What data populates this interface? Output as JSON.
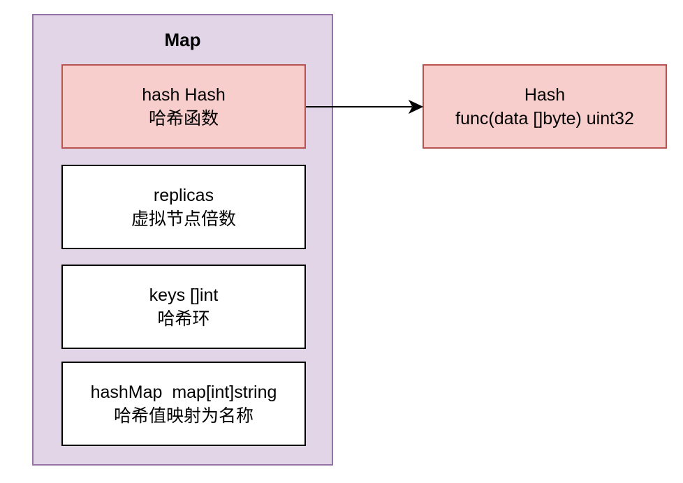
{
  "diagram": {
    "container": {
      "title": "Map",
      "fill_color": "#e1d5e7",
      "stroke_color": "#9673a6"
    },
    "fields": [
      {
        "id": "hash",
        "line1": "hash Hash",
        "line2": "哈希函数",
        "fill_color": "#f8cecc",
        "stroke_color": "#b85450"
      },
      {
        "id": "replicas",
        "line1": "replicas",
        "line2": "虚拟节点倍数",
        "fill_color": "#ffffff",
        "stroke_color": "#000000"
      },
      {
        "id": "keys",
        "line1": "keys []int",
        "line2": "哈希环",
        "fill_color": "#ffffff",
        "stroke_color": "#000000"
      },
      {
        "id": "hashmap",
        "line1": "hashMap  map[int]string",
        "line2": "哈希值映射为名称",
        "fill_color": "#ffffff",
        "stroke_color": "#000000"
      }
    ],
    "hash_type": {
      "line1": "Hash",
      "line2": "func(data []byte) uint32",
      "fill_color": "#f8cecc",
      "stroke_color": "#b85450"
    },
    "edges": [
      {
        "from": "hash",
        "to": "hash_type"
      }
    ]
  }
}
